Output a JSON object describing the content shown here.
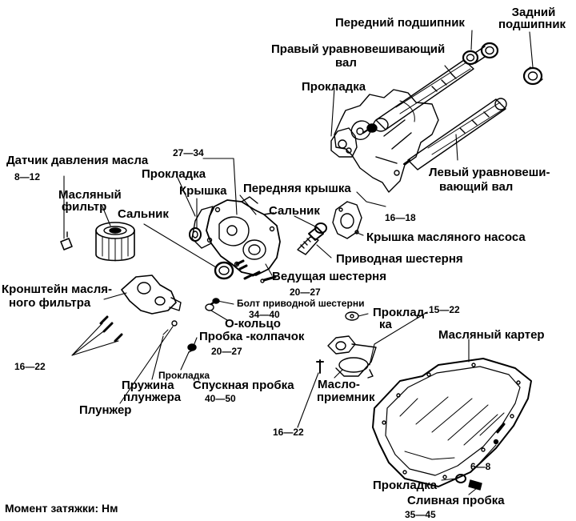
{
  "labels": {
    "front_bearing": "Передний подшипник",
    "rear_bearing_line1": "Задний",
    "rear_bearing_line2": "подшипник",
    "right_shaft_line1": "Правый уравновешивающий",
    "right_shaft_line2": "вал",
    "gasket_top": "Прокладка",
    "left_shaft_line1": "Левый уравновеши-",
    "left_shaft_line2": "вающий вал",
    "torque_27_34": "27—34",
    "oil_pressure_sensor": "Датчик давления масла",
    "torque_8_12": "8—12",
    "gasket_cover": "Прокладка",
    "cover": "Крышка",
    "front_cover": "Передняя крышка",
    "oil_filter_line1": "Масляный",
    "oil_filter_line2": "фильтр",
    "seal_left": "Сальник",
    "seal_right": "Сальник",
    "torque_16_18": "16—18",
    "oil_pump_cover": "Крышка масляного насоса",
    "drive_gear": "Приводная шестерня",
    "driving_gear": "Ведущая шестерня",
    "bracket_line1": "Кронштейн масля-",
    "bracket_line2": "ного фильтра",
    "torque_20_27_a": "20—27",
    "drive_gear_bolt": "Болт приводной шестерни",
    "torque_34_40": "34—40",
    "gasket_pickup_line1": "Проклад-",
    "gasket_pickup_line2": "ка",
    "torque_15_22_top": "15—22",
    "o_ring": "О-кольцо",
    "plug_cap": "Пробка -колпачок",
    "oil_pan": "Масляный картер",
    "torque_16_22_left": "16—22",
    "torque_20_27_b": "20—27",
    "gasket_drain_small": "Прокладка",
    "plunger_spring_line1": "Пружина",
    "plunger_spring_line2": "плунжера",
    "drain_plug_plug": "Спускная пробка",
    "torque_40_50": "40—50",
    "pickup_line1": "Масло-",
    "pickup_line2": "приемник",
    "plunger": "Плунжер",
    "torque_16_22_bottom": "16—22",
    "torque_6_8": "6—8",
    "gasket_bottom": "Прокладка",
    "drain_plug": "Сливная пробка",
    "torque_35_45": "35—45",
    "torque_units": "Момент затяжки: Нм"
  }
}
